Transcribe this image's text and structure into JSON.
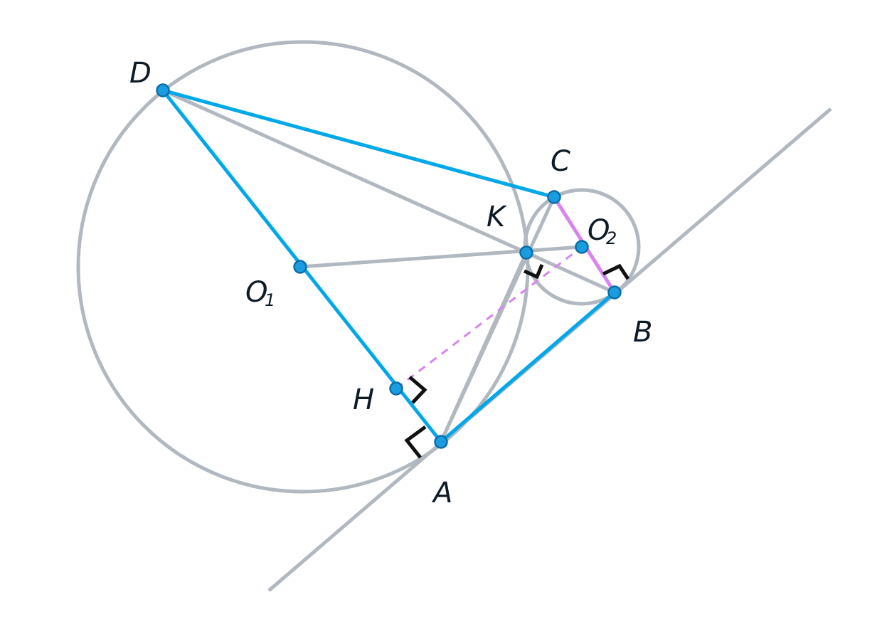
{
  "diagram": {
    "colors": {
      "gray": "#b1b8c0",
      "blue": "#00a8e8",
      "violet": "#d884f0",
      "black": "#111111",
      "point_fill": "#1a9de0",
      "point_stroke": "#0a6ea8"
    },
    "labels": {
      "D": "D",
      "C": "C",
      "K": "K",
      "O1_main": "O",
      "O1_sub": "1",
      "O2_main": "O",
      "O2_sub": "2",
      "H": "H",
      "A": "A",
      "B": "B"
    }
  }
}
